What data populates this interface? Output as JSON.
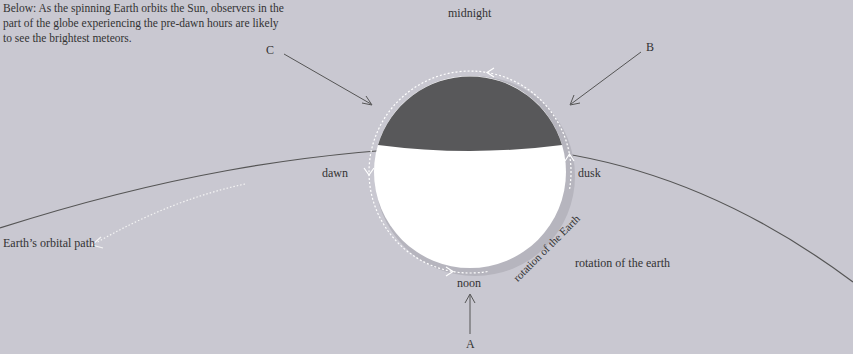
{
  "diagram": {
    "caption": "Below: As the spinning Earth orbits the Sun, observers in the part of the globe experiencing the pre-dawn hours are likely to see the brightest meteors.",
    "labels": [
      "midnight",
      "C",
      "B",
      "dawn",
      "dusk",
      "Earth’s orbital path",
      "rotation of the Earth",
      "noon",
      "rotation of the earth",
      "A"
    ]
  }
}
